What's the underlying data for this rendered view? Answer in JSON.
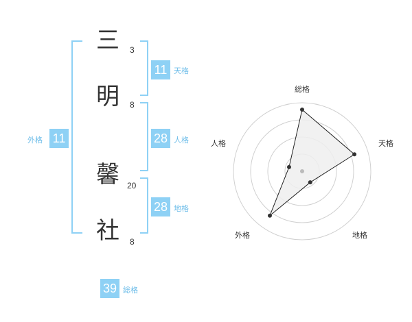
{
  "name": {
    "characters": [
      {
        "char": "三",
        "strokes": "3"
      },
      {
        "char": "明",
        "strokes": "8"
      },
      {
        "char": "馨",
        "strokes": "20"
      },
      {
        "char": "社",
        "strokes": "8"
      }
    ]
  },
  "fortunes": {
    "tenkaku": {
      "value": "11",
      "label": "天格"
    },
    "jinkaku": {
      "value": "28",
      "label": "人格"
    },
    "chikaku": {
      "value": "28",
      "label": "地格"
    },
    "gaikaku": {
      "value": "11",
      "label": "外格"
    },
    "soukaku": {
      "value": "39",
      "label": "総格"
    }
  },
  "radar": {
    "axes": [
      "総格",
      "天格",
      "地格",
      "外格",
      "人格"
    ],
    "levels": 4,
    "values": [
      0.9,
      0.8,
      0.2,
      0.8,
      0.2
    ],
    "colors": {
      "ring": "#d0d0d0",
      "fill": "#eeeeee",
      "line": "#222222",
      "dot": "#333333",
      "center": "#bbbbbb"
    }
  },
  "colors": {
    "accent": "#8ed1f5",
    "accent_text": "#6dbde9"
  }
}
